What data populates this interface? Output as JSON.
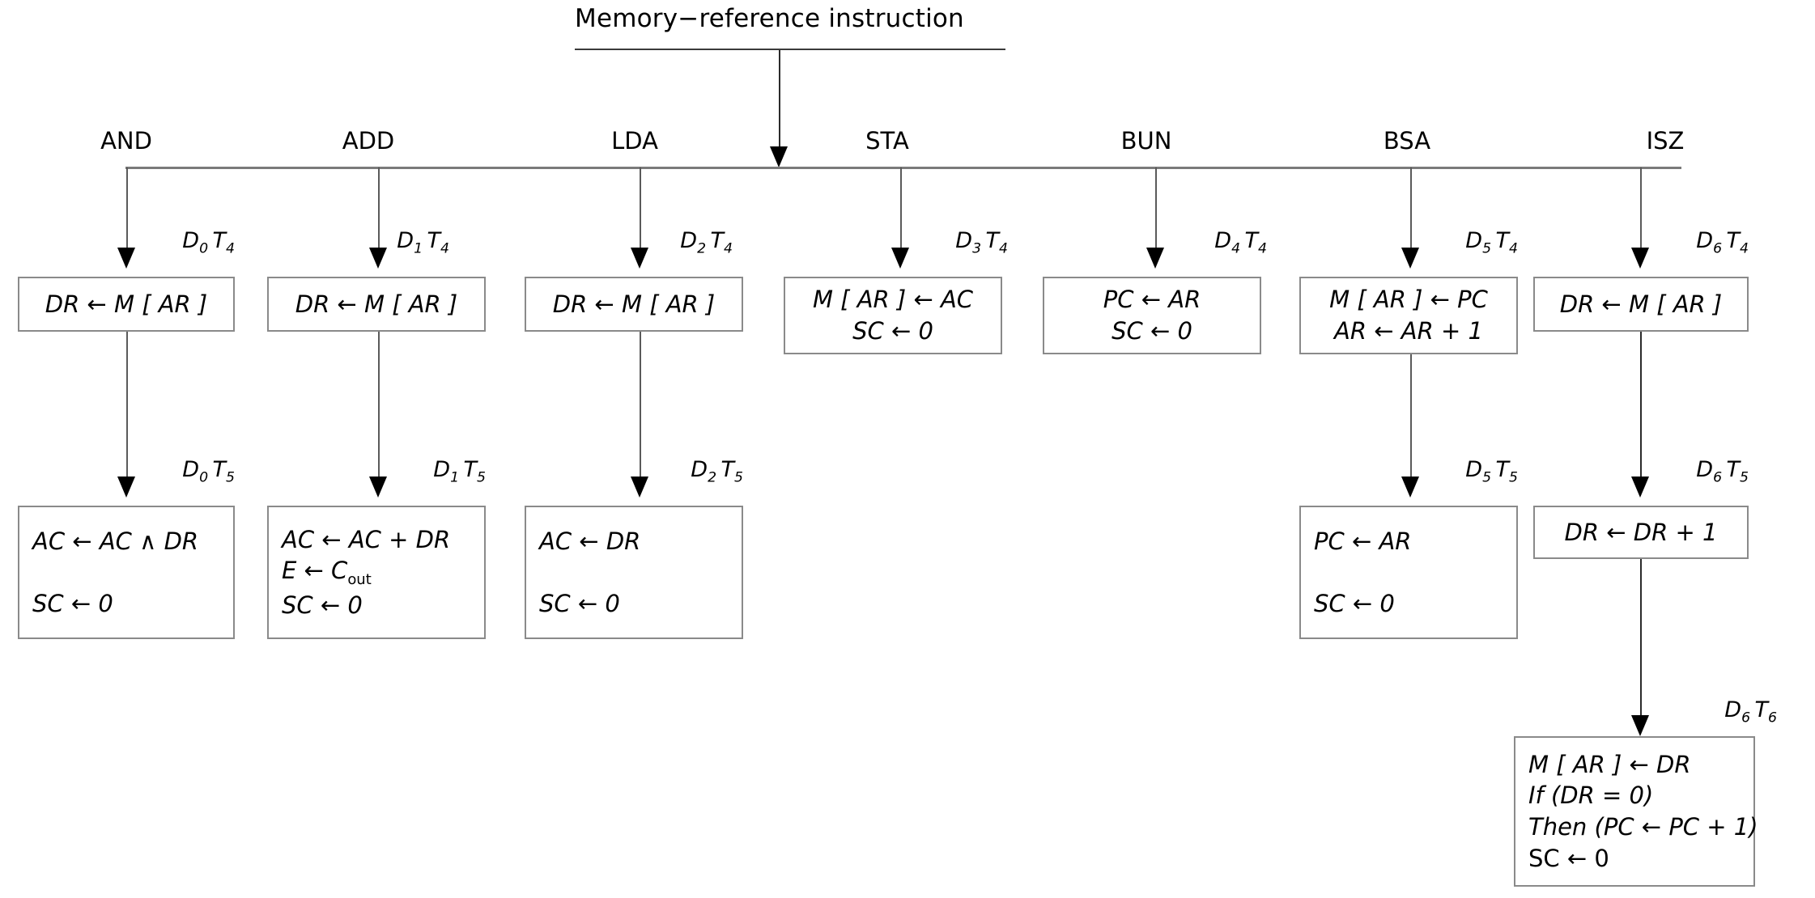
{
  "diagram": {
    "title": "Memory−reference instruction",
    "columns": [
      {
        "id": "and",
        "label": "AND"
      },
      {
        "id": "add",
        "label": "ADD"
      },
      {
        "id": "lda",
        "label": "LDA"
      },
      {
        "id": "sta",
        "label": "STA"
      },
      {
        "id": "bun",
        "label": "BUN"
      },
      {
        "id": "bsa",
        "label": "BSA"
      },
      {
        "id": "isz",
        "label": "ISZ"
      }
    ],
    "timing_labels": {
      "and_t4": "D₀T₄",
      "add_t4": "D₁T₄",
      "lda_t4": "D₂T₄",
      "sta_t4": "D₃T₄",
      "bun_t4": "D₄T₄",
      "bsa_t4": "D₅T₄",
      "isz_t4": "D₆T₄",
      "and_t5": "D₀T₅",
      "add_t5": "D₁T₅",
      "lda_t5": "D₂T₅",
      "bsa_t5": "D₅T₅",
      "isz_t5": "D₆T₅",
      "isz_t6": "D₆T₆"
    },
    "boxes": {
      "and_t4": {
        "lines": [
          "DR ← M [ AR ]"
        ]
      },
      "add_t4": {
        "lines": [
          "DR ← M [ AR ]"
        ]
      },
      "lda_t4": {
        "lines": [
          "DR ← M [ AR ]"
        ]
      },
      "sta_t4": {
        "lines": [
          "M [ AR ] ← AC",
          "SC ← 0"
        ]
      },
      "bun_t4": {
        "lines": [
          "PC ← AR",
          "SC ← 0"
        ]
      },
      "bsa_t4": {
        "lines": [
          "M [ AR ] ← PC",
          "AR ← AR + 1"
        ]
      },
      "isz_t4": {
        "lines": [
          "DR ← M [ AR ]"
        ]
      },
      "and_t5": {
        "lines": [
          "AC ← AC ∧ DR",
          "",
          "SC ← 0"
        ]
      },
      "add_t5": {
        "lines": [
          "AC ← AC + DR",
          "E ← C",
          "SC ← 0"
        ],
        "sub_on_line": "out"
      },
      "lda_t5": {
        "lines": [
          "AC ← DR",
          "",
          "SC ← 0"
        ]
      },
      "bsa_t5": {
        "lines": [
          "PC ← AR",
          "",
          "SC ← 0"
        ]
      },
      "isz_t5": {
        "lines": [
          "DR ← DR + 1"
        ]
      },
      "isz_t6": {
        "lines": [
          "M [ AR ] ← DR",
          "If (DR = 0)",
          "Then (PC ← PC + 1)",
          "SC ← 0"
        ]
      }
    },
    "colors": {
      "background": "#ffffff",
      "text": "#000000",
      "box_border": "#8a8a8a",
      "bus_line": "#7a7a7a",
      "connector": "#5a5a5a"
    }
  }
}
